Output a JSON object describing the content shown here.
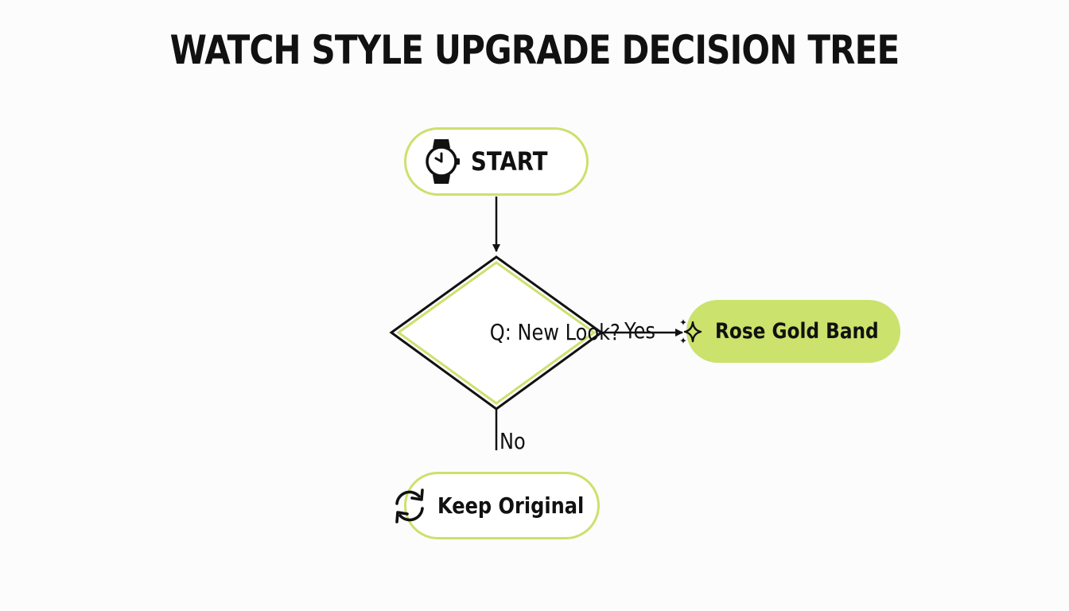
{
  "title": "WATCH STYLE UPGRADE DECISION TREE",
  "colors": {
    "accent": "#cbe26d",
    "accent_border": "#cde06d",
    "line": "#111111",
    "background": "#fbfcfb"
  },
  "nodes": {
    "start": {
      "label": "START",
      "icon": "watch-icon"
    },
    "question": {
      "label": "Q: New Look?"
    },
    "yes_outcome": {
      "label": "Rose Gold Band",
      "icon": "sparkles-icon"
    },
    "no_outcome": {
      "label": "Keep Original",
      "icon": "refresh-icon"
    }
  },
  "edges": {
    "yes": "Yes",
    "no": "No"
  }
}
